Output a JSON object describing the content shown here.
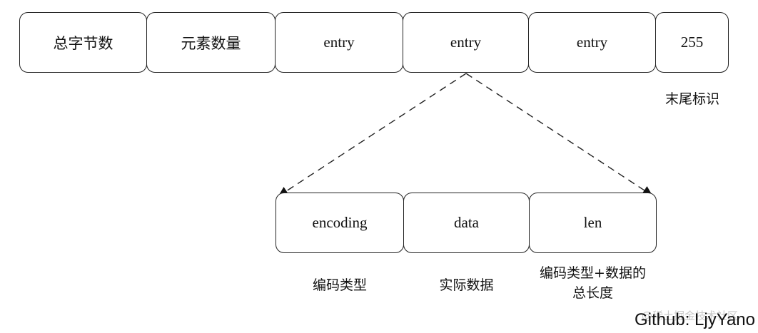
{
  "top_row": {
    "cells": [
      "总字节数",
      "元素数量",
      "entry",
      "entry",
      "entry",
      "255"
    ],
    "end_marker_label": "末尾标识"
  },
  "entry_detail": {
    "cells": [
      "encoding",
      "data",
      "len"
    ],
    "captions": [
      "编码类型",
      "实际数据",
      "编码类型+数据的",
      "总长度"
    ]
  },
  "footer": {
    "credit": "Github: LjyYano",
    "faint_watermark": "@稀土掘金技术社区"
  }
}
